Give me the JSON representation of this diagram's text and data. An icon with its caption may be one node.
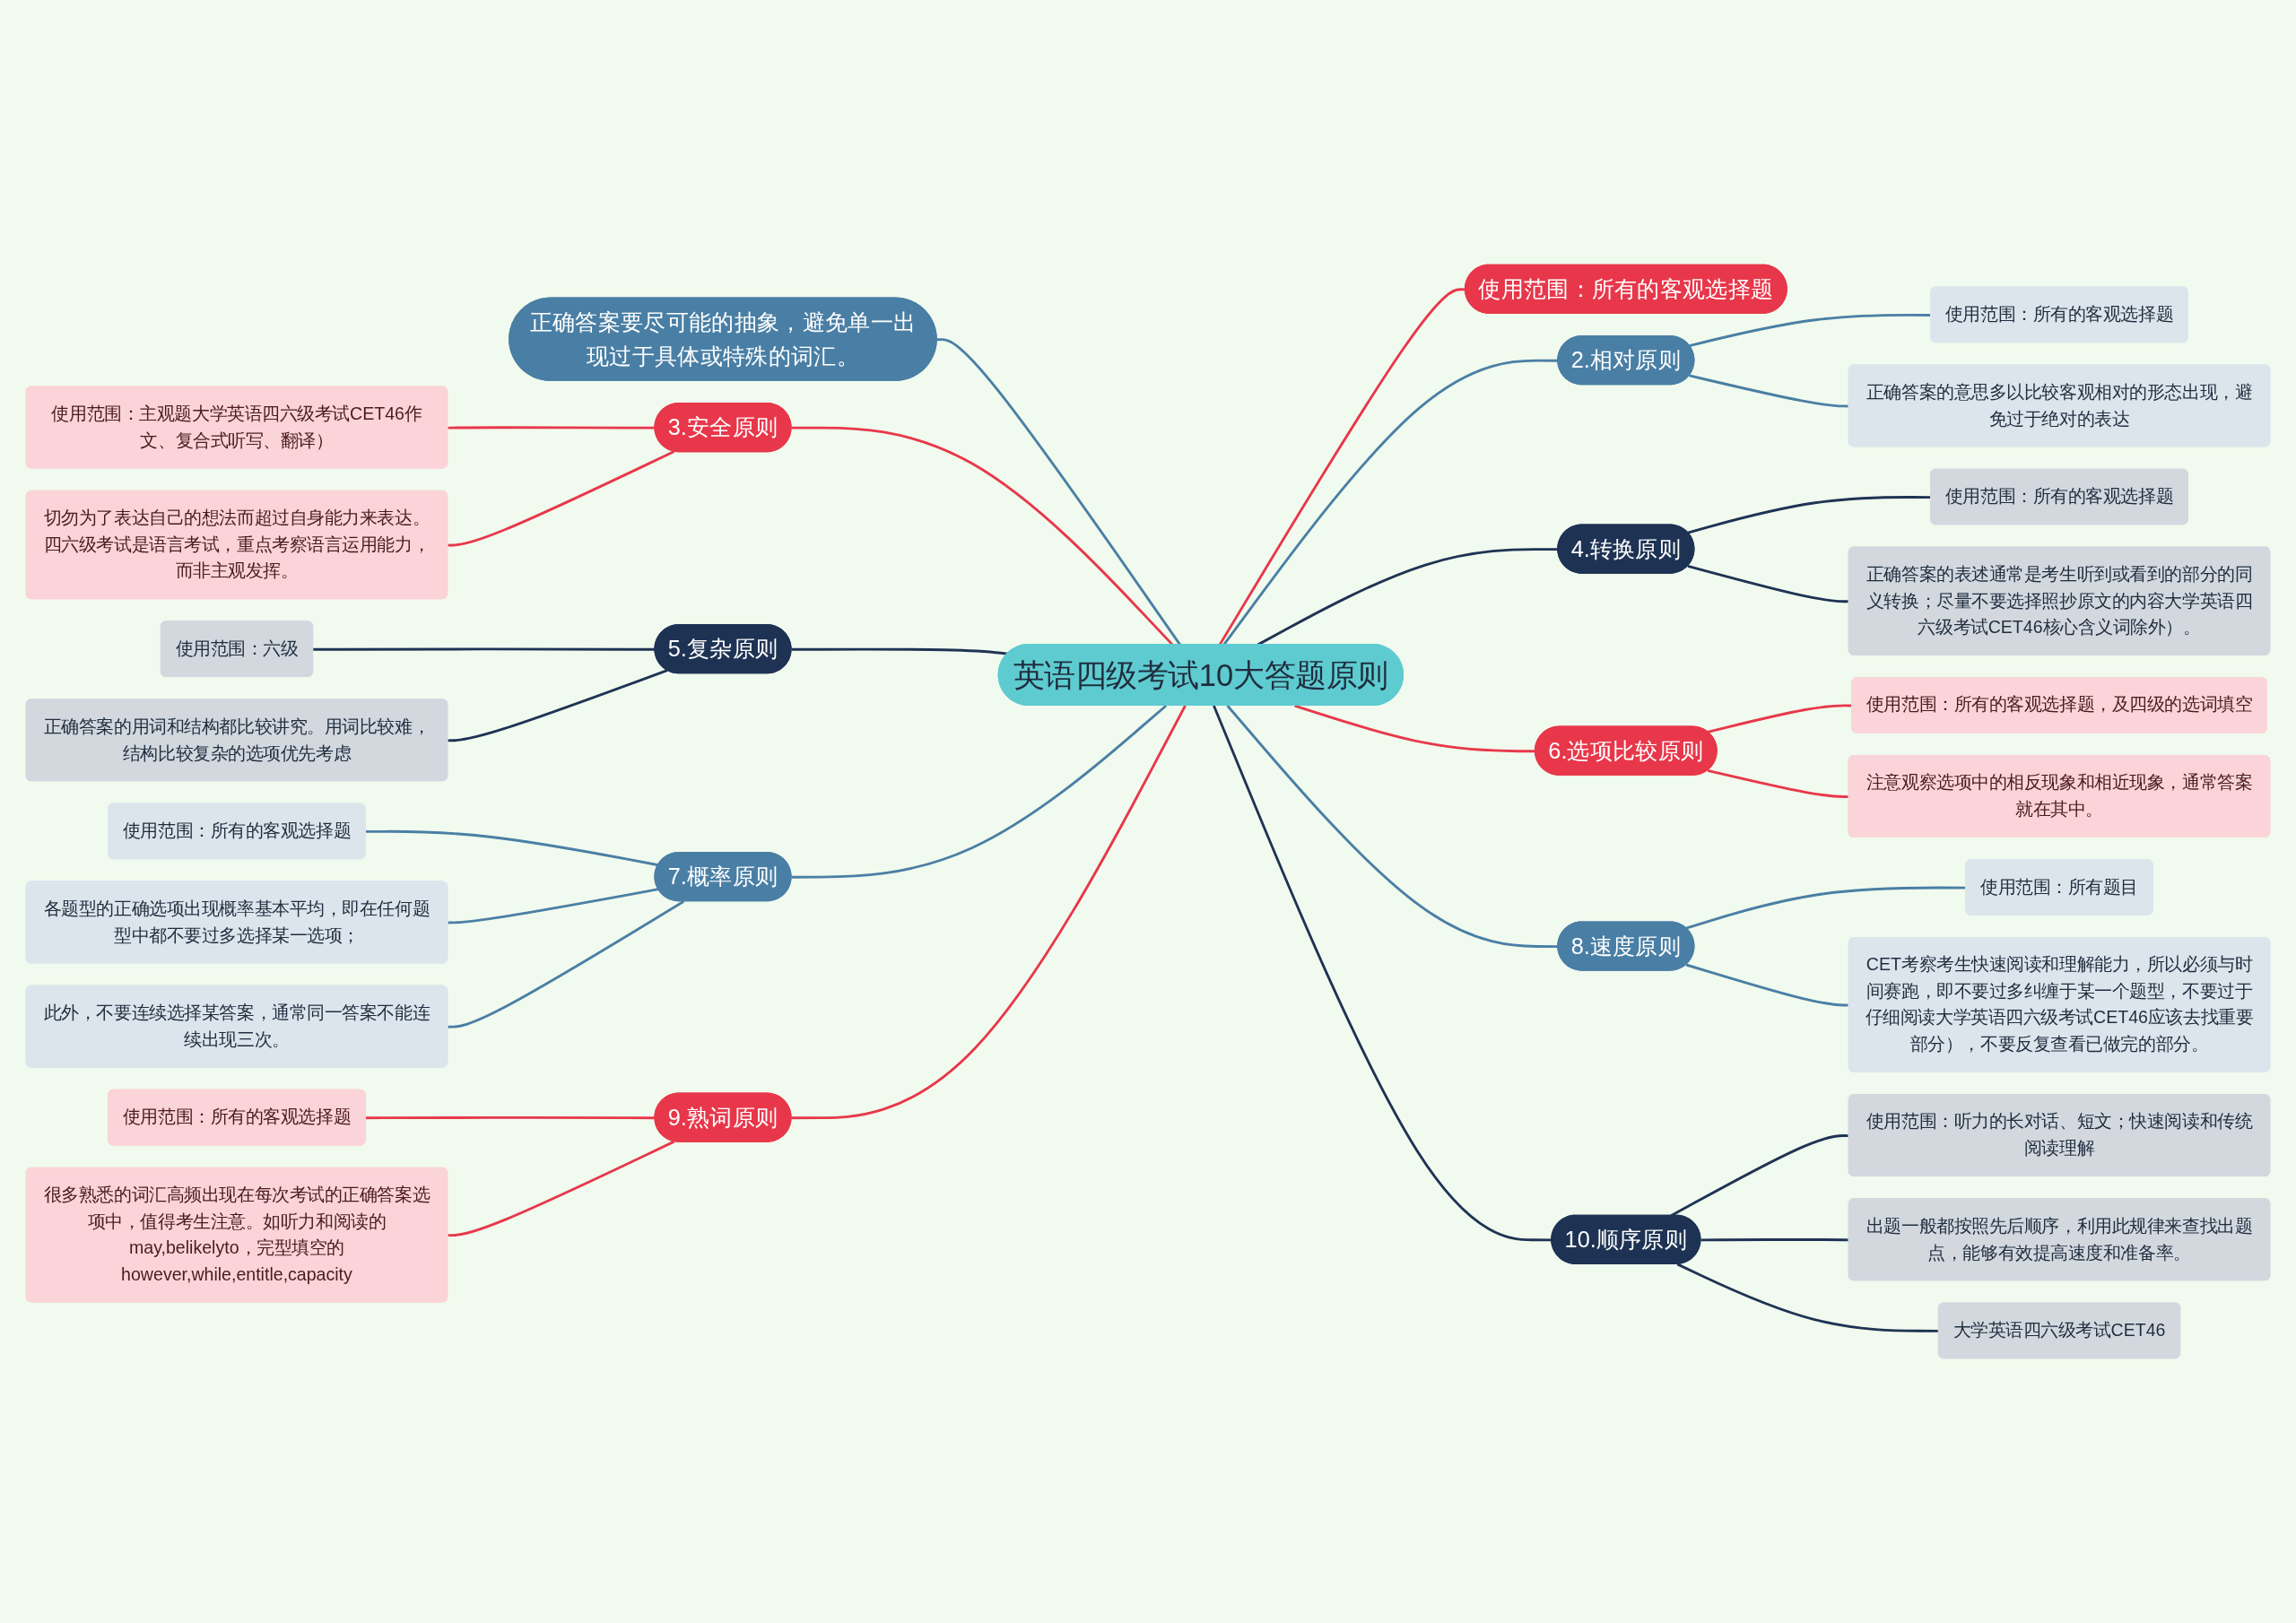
{
  "diagram": {
    "nodes": [
      {
        "text": [
          "英语四级考试10大答题原则"
        ]
      },
      {
        "text": [
          "使用范围：所有的客观选择题"
        ]
      },
      {
        "text": [
          "2.相对原则"
        ]
      },
      {
        "text": [
          "使用范围：所有的客观选择题"
        ]
      },
      {
        "text": [
          "正确答案的意思多以比较客观相对的形态出现，避免过于绝对的表达"
        ]
      },
      {
        "text": [
          "4.转换原则"
        ]
      },
      {
        "text": [
          "使用范围：所有的客观选择题"
        ]
      },
      {
        "text": [
          "正确答案的表述通常是考生听到或看到的部分的同义转换；尽量不要选择照抄原文的内容大学英语四六级考试CET46核心含义词除外）。"
        ]
      },
      {
        "text": [
          "6.选项比较原则"
        ]
      },
      {
        "text": [
          "使用范围：所有的客观选择题，及四级的选词填空"
        ]
      },
      {
        "text": [
          "注意观察选项中的相反现象和相近现象，通常答案就在其中。"
        ]
      },
      {
        "text": [
          "8.速度原则"
        ]
      },
      {
        "text": [
          "使用范围：所有题目"
        ]
      },
      {
        "text": [
          "CET考察考生快速阅读和理解能力，所以必须与时间赛跑，即不要过多纠缠于某一个题型，不要过于仔细阅读大学英语四六级考试CET46应该去找重要部分），不要反复查看已做完的部分。"
        ]
      },
      {
        "text": [
          "10.顺序原则"
        ]
      },
      {
        "text": [
          "使用范围：听力的长对话、短文；快速阅读和传统阅读理解"
        ]
      },
      {
        "text": [
          "出题一般都按照先后顺序，利用此规律来查找出题点，能够有效提高速度和准备率。"
        ]
      },
      {
        "text": [
          "大学英语四六级考试CET46"
        ]
      },
      {
        "text": [
          "正确答案要尽可能的抽象，避免单一出现过于具体或特殊的词汇。"
        ]
      },
      {
        "text": [
          "3.安全原则"
        ]
      },
      {
        "text": [
          "使用范围：主观题大学英语四六级考试CET46作文、复合式听写、翻译）"
        ]
      },
      {
        "text": [
          "切勿为了表达自己的想法而超过自身能力来表达。四六级考试是语言考试，重点考察语言运用能力，而非主观发挥。"
        ]
      },
      {
        "text": [
          "5.复杂原则"
        ]
      },
      {
        "text": [
          "使用范围：六级"
        ]
      },
      {
        "text": [
          "正确答案的用词和结构都比较讲究。用词比较难，结构比较复杂的选项优先考虑"
        ]
      },
      {
        "text": [
          "7.概率原则"
        ]
      },
      {
        "text": [
          "使用范围：所有的客观选择题"
        ]
      },
      {
        "text": [
          "各题型的正确选项出现概率基本平均，即在任何题型中都不要过多选择某一选项；"
        ]
      },
      {
        "text": [
          "此外，不要连续选择某答案，通常同一答案不能连续出现三次。"
        ]
      },
      {
        "text": [
          "9.熟词原则"
        ]
      },
      {
        "text": [
          "使用范围：所有的客观选择题"
        ]
      },
      {
        "text": [
          "很多熟悉的词汇高频出现在每次考试的正确答案选项中，值得考生注意。如听力和阅读的may,belikelyto，完型填空的however,while,entitle,capacity"
        ]
      }
    ],
    "edges": [
      {
        "from": 0,
        "to": 1,
        "arrow": "none",
        "color": "#e8374a"
      },
      {
        "from": 0,
        "to": 2,
        "arrow": "none",
        "color": "#4a7fa5"
      },
      {
        "from": 2,
        "to": 3,
        "arrow": "none",
        "color": "#4a7fa5"
      },
      {
        "from": 2,
        "to": 4,
        "arrow": "none",
        "color": "#4a7fa5"
      },
      {
        "from": 0,
        "to": 5,
        "arrow": "none",
        "color": "#1e3354"
      },
      {
        "from": 5,
        "to": 6,
        "arrow": "none",
        "color": "#1e3354"
      },
      {
        "from": 5,
        "to": 7,
        "arrow": "none",
        "color": "#1e3354"
      },
      {
        "from": 0,
        "to": 8,
        "arrow": "none",
        "color": "#e8374a"
      },
      {
        "from": 8,
        "to": 9,
        "arrow": "none",
        "color": "#e8374a"
      },
      {
        "from": 8,
        "to": 10,
        "arrow": "none",
        "color": "#e8374a"
      },
      {
        "from": 0,
        "to": 11,
        "arrow": "none",
        "color": "#4a7fa5"
      },
      {
        "from": 11,
        "to": 12,
        "arrow": "none",
        "color": "#4a7fa5"
      },
      {
        "from": 11,
        "to": 13,
        "arrow": "none",
        "color": "#4a7fa5"
      },
      {
        "from": 0,
        "to": 14,
        "arrow": "none",
        "color": "#1e3354"
      },
      {
        "from": 14,
        "to": 15,
        "arrow": "none",
        "color": "#1e3354"
      },
      {
        "from": 14,
        "to": 16,
        "arrow": "none",
        "color": "#1e3354"
      },
      {
        "from": 14,
        "to": 17,
        "arrow": "none",
        "color": "#1e3354"
      },
      {
        "from": 18,
        "to": 0,
        "arrow": "none",
        "color": "#4a7fa5"
      },
      {
        "from": 19,
        "to": 0,
        "arrow": "none",
        "color": "#e8374a"
      },
      {
        "from": 20,
        "to": 19,
        "arrow": "none",
        "color": "#e8374a"
      },
      {
        "from": 21,
        "to": 19,
        "arrow": "none",
        "color": "#e8374a"
      },
      {
        "from": 22,
        "to": 0,
        "arrow": "none",
        "color": "#1e3354"
      },
      {
        "from": 23,
        "to": 22,
        "arrow": "none",
        "color": "#1e3354"
      },
      {
        "from": 24,
        "to": 22,
        "arrow": "none",
        "color": "#1e3354"
      },
      {
        "from": 25,
        "to": 0,
        "arrow": "none",
        "color": "#4a7fa5"
      },
      {
        "from": 26,
        "to": 25,
        "arrow": "none",
        "color": "#4a7fa5"
      },
      {
        "from": 27,
        "to": 25,
        "arrow": "none",
        "color": "#4a7fa5"
      },
      {
        "from": 28,
        "to": 25,
        "arrow": "none",
        "color": "#4a7fa5"
      },
      {
        "from": 29,
        "to": 0,
        "arrow": "none",
        "color": "#e8374a"
      },
      {
        "from": 30,
        "to": 29,
        "arrow": "none",
        "color": "#e8374a"
      },
      {
        "from": 31,
        "to": 29,
        "arrow": "none",
        "color": "#e8374a"
      }
    ]
  }
}
